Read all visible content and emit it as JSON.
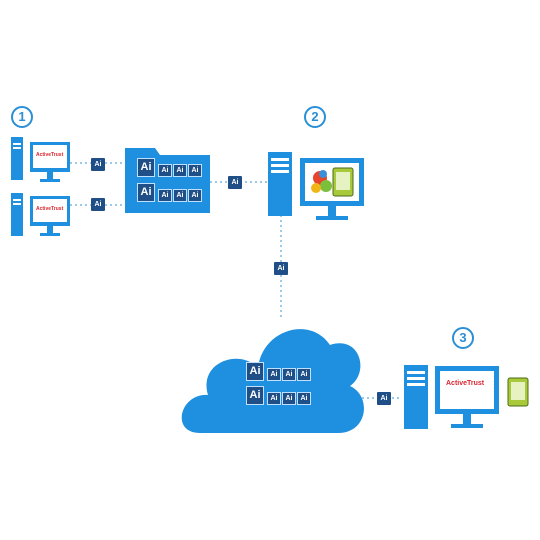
{
  "diagram": {
    "step_labels": [
      "1",
      "2",
      "3"
    ],
    "file_badge": "Ai",
    "brand_text": "ActiveTrust"
  },
  "colors": {
    "primary_blue": "#1f8fe0",
    "dark_blue": "#1f4f86",
    "link_dotted": "#9ccbea",
    "white": "#ffffff"
  },
  "icons": {
    "workstation": "computer-monitor-icon",
    "server": "server-tower-icon",
    "folder": "file-folder-icon",
    "cloud": "cloud-storage-icon",
    "ai_file": "illustrator-file-icon"
  }
}
